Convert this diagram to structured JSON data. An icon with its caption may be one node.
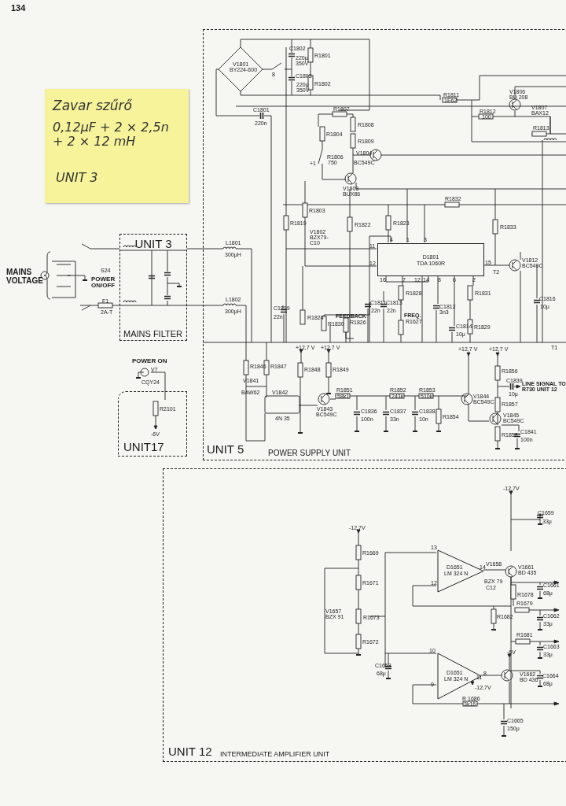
{
  "diagram": {
    "nodes": [
      {
        "text": [
          "Zavar szűrő",
          "0,12μF + 2 × 2,5n + 2 × 12 mH",
          "UNIT 3"
        ]
      },
      {
        "text": [
          "UNIT 3",
          "MAINS FILTER"
        ]
      },
      {
        "text": [
          "UNIT 5",
          "POWER SUPPLY UNIT"
        ]
      },
      {
        "text": [
          "UNIT17"
        ]
      },
      {
        "text": [
          "UNIT 12",
          "INTERMEDIATE AMPLIFIER UNIT"
        ]
      },
      {
        "text": [
          "D1801",
          "TDA 1060R"
        ],
        "in": 2
      },
      {
        "text": [
          "D1651",
          "LM 324 N"
        ],
        "in": 4
      },
      {
        "text": [
          "D1651",
          "LM 324 N"
        ],
        "in": 4
      }
    ],
    "labels": [
      "134",
      "C1802",
      "220μ",
      "350V",
      "R1801",
      "V1801",
      "BY224-600",
      "8",
      "C1803",
      "220μ",
      "350V",
      "R1802",
      "R1811",
      "1E62",
      "V1806",
      "BU 208",
      "C1801",
      "220n",
      "R1807",
      "R1812",
      "100",
      "V1807",
      "BAX12",
      "R1813",
      "R1804",
      "R1808",
      "R1809",
      "+1",
      "R1806",
      "750",
      "V1804",
      "BC549C",
      "V1803",
      "BUX86",
      "R1832",
      "R1803",
      "R1819",
      "V1802",
      "BZX79- C10",
      "R1822",
      "R1823",
      "4",
      "1",
      "3",
      "11",
      "12",
      "15",
      "T2",
      "V1812",
      "BC549C",
      "R1833",
      "16",
      "7",
      "12",
      "14",
      "8",
      "6",
      "2",
      "R1828",
      "R1831",
      "C1809",
      "22n",
      "R1824",
      "R1830",
      "FEEDBACK",
      "R1826",
      "C1811",
      "22n",
      "C1813",
      "22n",
      "FREQ.",
      "R1627",
      "C1812",
      "3n3",
      "C1814",
      "10μ",
      "R1829",
      "C1816",
      "10μ",
      "+12,7 V",
      "+12,7 V",
      "+12,7 V",
      "+12,7 V",
      "T1",
      "R1846",
      "R1847",
      "R1848",
      "R1849",
      "V1841",
      "BAW62",
      "V1842",
      "4N 35",
      "R1851",
      "58k1",
      "R1852",
      "243k",
      "R1853",
      "510k",
      "V1843",
      "BC549C",
      "C1836",
      "100n",
      "C1837",
      "33n",
      "C1838",
      "10n",
      "R1854",
      "V1844",
      "BC549C",
      "R1856",
      "C1839",
      "10μ",
      "LINE SIGNAL TO R730 UNIT 12",
      "R1857",
      "V1845",
      "BC549C",
      "R1858",
      "C1841",
      "100n",
      "MAINS VOLTAGE",
      "S24",
      "POWER ON/OFF",
      "F1",
      "2A-T",
      "L1801",
      "300μH",
      "L1802",
      "300μH",
      "POWER ON",
      "V7",
      "CQY24",
      "R2101",
      "-6V",
      "-12,7V",
      "C1659",
      "33μ",
      "-12,7V",
      "R1669",
      "13",
      "14",
      "V1658",
      "BZX 79",
      "C12",
      "V1661",
      "BD 435",
      "R1671",
      "12",
      "C1661",
      "R1678",
      "68μ",
      "R1673",
      "V1657",
      "BZX 91",
      "R1679",
      "R1682",
      "C1662",
      "33μ",
      "R1681",
      "C1663",
      "33μ",
      "R1672",
      "10",
      "C1658",
      "68μ",
      "9",
      "8",
      "11",
      "-12,7V",
      "-6V",
      "V1662",
      "BD 436",
      "C1664",
      "68μ",
      "R 1686",
      "3k16",
      "C1665",
      "150μ"
    ]
  }
}
